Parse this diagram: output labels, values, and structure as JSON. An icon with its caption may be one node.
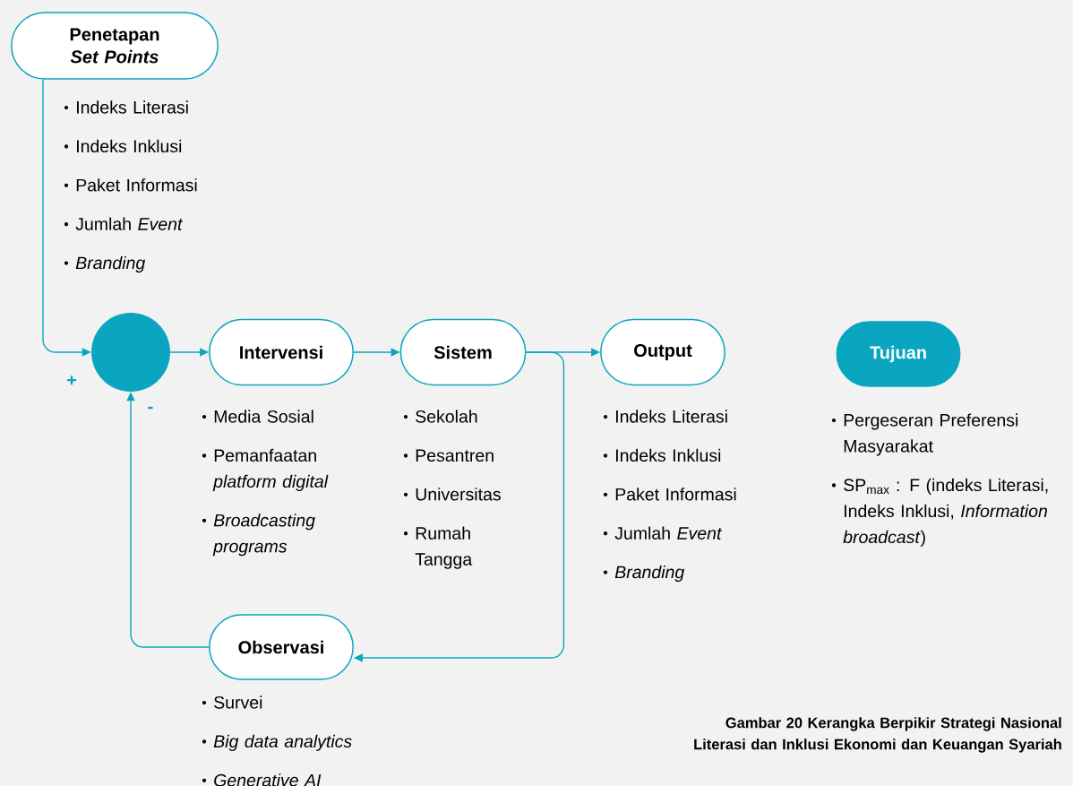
{
  "diagram": {
    "nodes": [
      {
        "text": [
          "Penetapan *Set Points*"
        ],
        "beside": [
          "Indeks Literasi",
          "Indeks Inklusi",
          "Paket Informasi",
          "Jumlah *Event*",
          "*Branding*"
        ]
      },
      {
        "text": [],
        "shape": "circle"
      },
      {
        "text": [
          "Intervensi"
        ],
        "beside": [
          "Media Sosial",
          "Pemanfaatan *platform digital*",
          "*Broadcasting programs*"
        ]
      },
      {
        "text": [
          "Sistem"
        ],
        "beside": [
          "Sekolah",
          "Pesantren",
          "Universitas",
          "Rumah Tangga"
        ]
      },
      {
        "text": [
          "Output"
        ],
        "beside": [
          "Indeks Literasi",
          "Indeks Inklusi",
          "Paket Informasi",
          "Jumlah *Event*",
          "*Branding*"
        ]
      },
      {
        "text": [
          "Tujuan"
        ],
        "beside": [
          "Pergeseran Preferensi Masyarakat",
          "SP$_{max}$ : F (indeks Literasi, Indeks Inklusi, *Information broadcast*)"
        ]
      },
      {
        "text": [
          "Observasi"
        ],
        "beside": [
          "Survei",
          "*Big data analytics*",
          "*Generative AI*"
        ]
      }
    ],
    "edges": [
      {
        "from": 0,
        "to": 1,
        "arrow": "to",
        "label": "+"
      },
      {
        "from": 1,
        "to": 2,
        "arrow": "to"
      },
      {
        "from": 2,
        "to": 3,
        "arrow": "to"
      },
      {
        "from": 3,
        "to": 4,
        "arrow": "to"
      },
      {
        "from": 3,
        "to": 6,
        "arrow": "to"
      },
      {
        "from": 6,
        "to": 1,
        "arrow": "to",
        "label": "-"
      }
    ],
    "caption": "Gambar 20 Kerangka Berpikir Strategi Nasional Literasi dan Inklusi Ekonomi dan Keuangan Syariah"
  }
}
